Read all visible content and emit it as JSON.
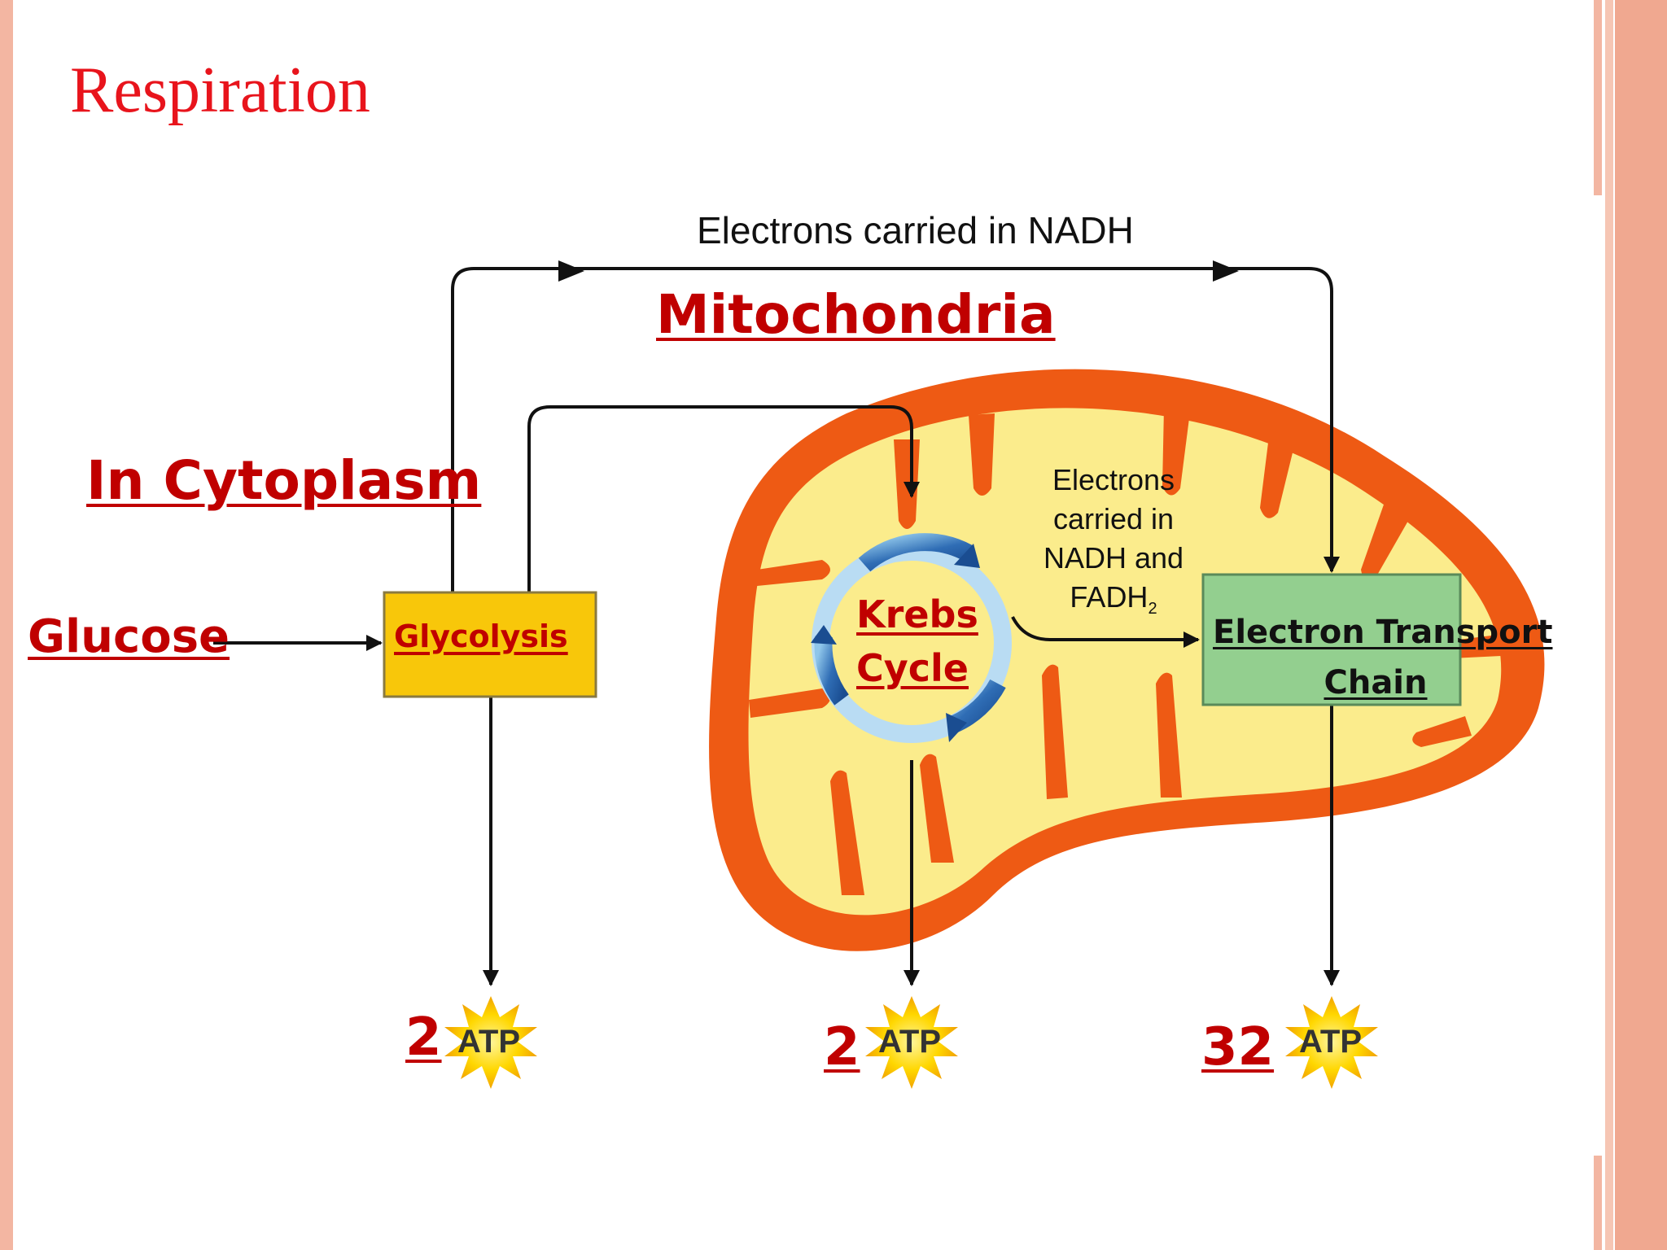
{
  "slide": {
    "title": "Respiration",
    "labels": {
      "mitochondria": "Mitochondria",
      "in_cytoplasm": "In Cytoplasm",
      "glucose": "Glucose",
      "nadh_top": "Electrons carried in NADH",
      "nadh_fadh_lines": [
        "Electrons",
        "carried in",
        "NADH and"
      ],
      "fadh_base": "FADH",
      "fadh_sub": "2"
    },
    "boxes": {
      "glycolysis": "Glycolysis",
      "krebs_line1": "Krebs",
      "krebs_line2": "Cycle",
      "etc_line1": "Electron Transport",
      "etc_line2": "Chain"
    },
    "atp": [
      {
        "count": "2",
        "badge": "ATP"
      },
      {
        "count": "2",
        "badge": "ATP"
      },
      {
        "count": "32",
        "badge": "ATP"
      }
    ]
  },
  "colors": {
    "title": "#e8141c",
    "label_red": "#c00000",
    "mito_outer": "#ee5a14",
    "mito_inner": "#fbec8c",
    "glycolysis_box": "#f8c70a",
    "etc_box": "#93cf8f",
    "krebs_ring": "#2f6db5",
    "atp_star": "#ffd700",
    "side_stripe": "#f3b6a2"
  }
}
